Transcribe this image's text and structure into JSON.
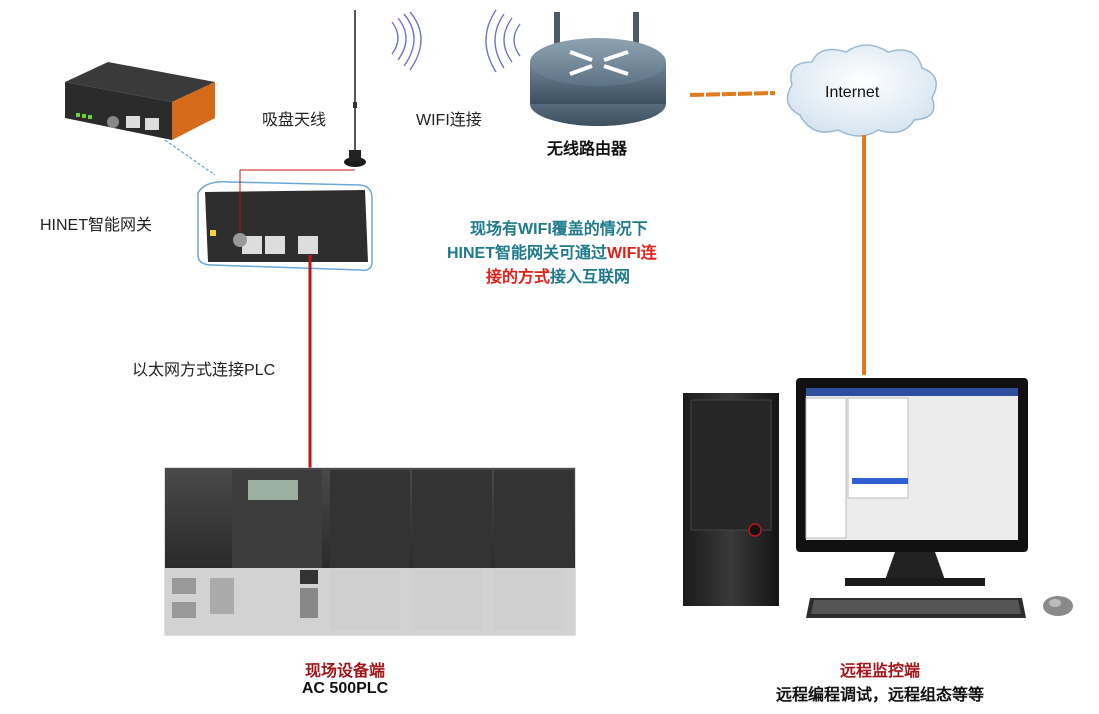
{
  "labels": {
    "antenna": "吸盘天线",
    "wifi_link": "WIFI连接",
    "router": "无线路由器",
    "internet": "Internet",
    "gateway": "HINET智能网关",
    "ethernet": "以太网方式连接PLC",
    "note_line1_a": "现场有",
    "note_line1_b": "WIFI",
    "note_line1_c": "覆盖的情况下",
    "note_line2_a": "HINET智能网关可通过",
    "note_line2_b": "WIFI连",
    "note_line3_a": "接的方式",
    "note_line3_b": "接入互联网",
    "field_title": "现场设备端",
    "field_sub": "AC 500PLC",
    "remote_title": "远程监控端",
    "remote_sub": "远程编程调试，远程组态等等"
  },
  "colors": {
    "note_teal": "#1e7a8c",
    "note_red": "#e0201a",
    "field_title": "#a0171b",
    "remote_title": "#a0171b",
    "eth_line": "#c0141a",
    "internet_line": "#e07b20"
  },
  "icons": [
    "gateway-device-icon",
    "antenna-icon",
    "wifi-wave-icon",
    "router-icon",
    "cloud-icon",
    "plc-icon",
    "computer-tower-icon",
    "monitor-icon",
    "keyboard-icon",
    "mouse-icon"
  ]
}
